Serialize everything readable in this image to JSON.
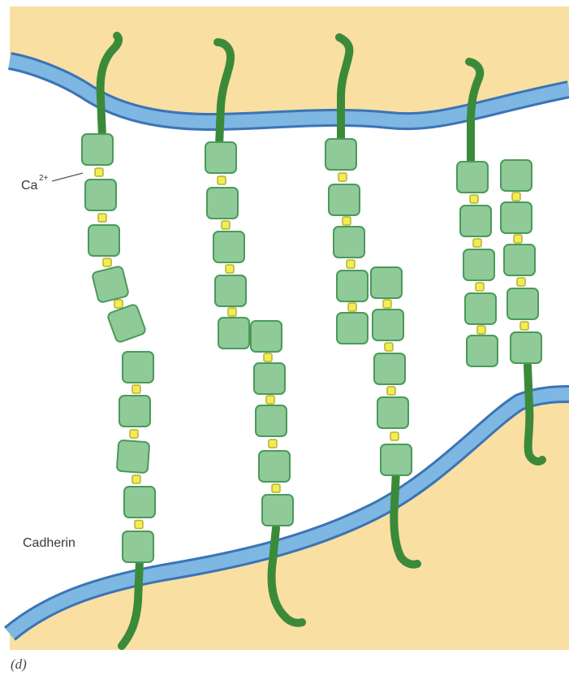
{
  "labels": {
    "calcium": "Ca",
    "calcium_superscript": "2+",
    "protein": "Cadherin",
    "panel": "(d)"
  },
  "colors": {
    "cell_cytoplasm": "#f9dfa2",
    "extracellular": "#ffffff",
    "membrane": "#7db7e2",
    "membrane_edge": "#3b74b5",
    "domain_fill": "#8fca98",
    "domain_edge": "#4a9a5a",
    "tail": "#3b8a3a",
    "calcium_ion": "#f2ec55"
  }
}
